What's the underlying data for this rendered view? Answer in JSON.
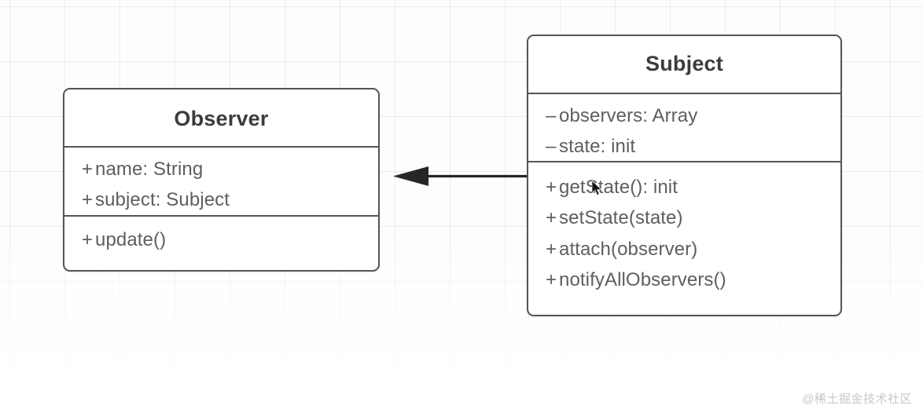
{
  "diagram": {
    "type": "uml-class-diagram",
    "watermark": "@稀土掘金技术社区",
    "classes": [
      {
        "name": "Observer",
        "attributes": [
          {
            "visibility": "+",
            "text": "name: String"
          },
          {
            "visibility": "+",
            "text": "subject: Subject"
          }
        ],
        "operations": [
          {
            "visibility": "+",
            "text": "update()"
          }
        ]
      },
      {
        "name": "Subject",
        "attributes": [
          {
            "visibility": "–",
            "text": "observers: Array"
          },
          {
            "visibility": "–",
            "text": "state: init"
          }
        ],
        "operations": [
          {
            "visibility": "+",
            "text": "getState(): init"
          },
          {
            "visibility": "+",
            "text": "setState(state)"
          },
          {
            "visibility": "+",
            "text": "attach(observer)"
          },
          {
            "visibility": "+",
            "text": "notifyAllObservers()"
          }
        ]
      }
    ],
    "relationship": {
      "kind": "association",
      "from": "Subject",
      "to": "Observer",
      "arrowhead": "solid-filled-triangle",
      "line": "solid"
    },
    "colors": {
      "border": "#555558",
      "title_text": "#3c3c3e",
      "member_text": "#5e5e62",
      "background": "#fdfdfd",
      "grid_line": "#9b9ba5",
      "arrow": "#262628",
      "watermark": "#c8c8cc"
    }
  }
}
